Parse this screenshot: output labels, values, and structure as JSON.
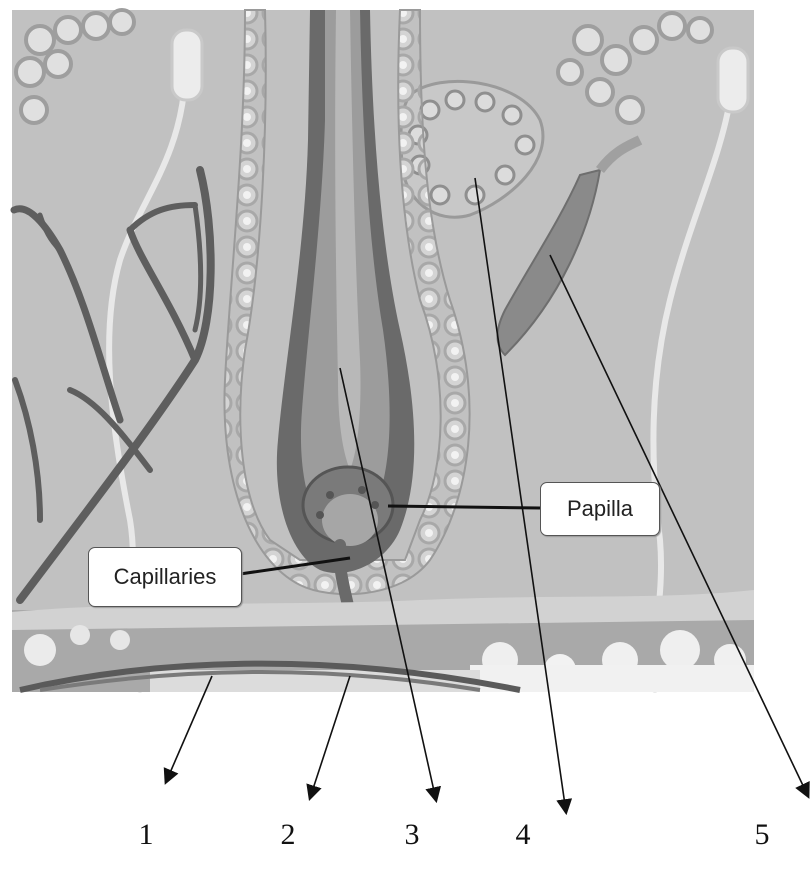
{
  "diagram": {
    "callouts": {
      "papilla": "Papilla",
      "capillaries": "Capillaries"
    },
    "numbers": [
      "1",
      "2",
      "3",
      "4",
      "5"
    ]
  }
}
